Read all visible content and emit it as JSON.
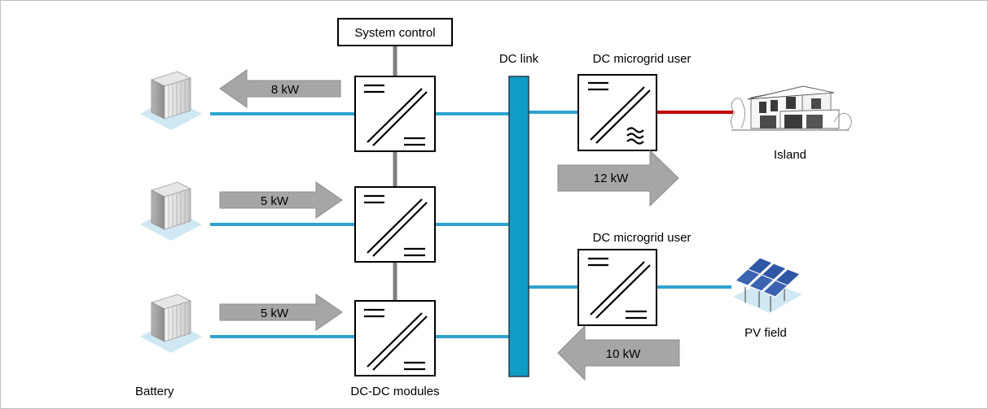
{
  "labels": {
    "system_control": "System control",
    "dc_link": "DC link",
    "dc_microgrid_user_top": "DC microgrid user",
    "dc_microgrid_user_bottom": "DC microgrid user",
    "island": "Island",
    "pv_field": "PV field",
    "battery": "Battery",
    "dc_dc_modules": "DC-DC modules"
  },
  "flows": {
    "battery_1": "8 kW",
    "battery_2": "5 kW",
    "battery_3": "5 kW",
    "island": "12 kW",
    "pv": "10 kW"
  },
  "colors": {
    "dc_line": "#2ea3cf",
    "ac_line": "#c00000",
    "dc_link_bus": "#0f9dc6",
    "arrow_fill": "#a6a6a6",
    "control_line": "#808080"
  },
  "icons": [
    "battery-icon",
    "house-icon",
    "pv-panel-icon",
    "dc-dc-converter-icon",
    "dc-ac-inverter-icon"
  ]
}
